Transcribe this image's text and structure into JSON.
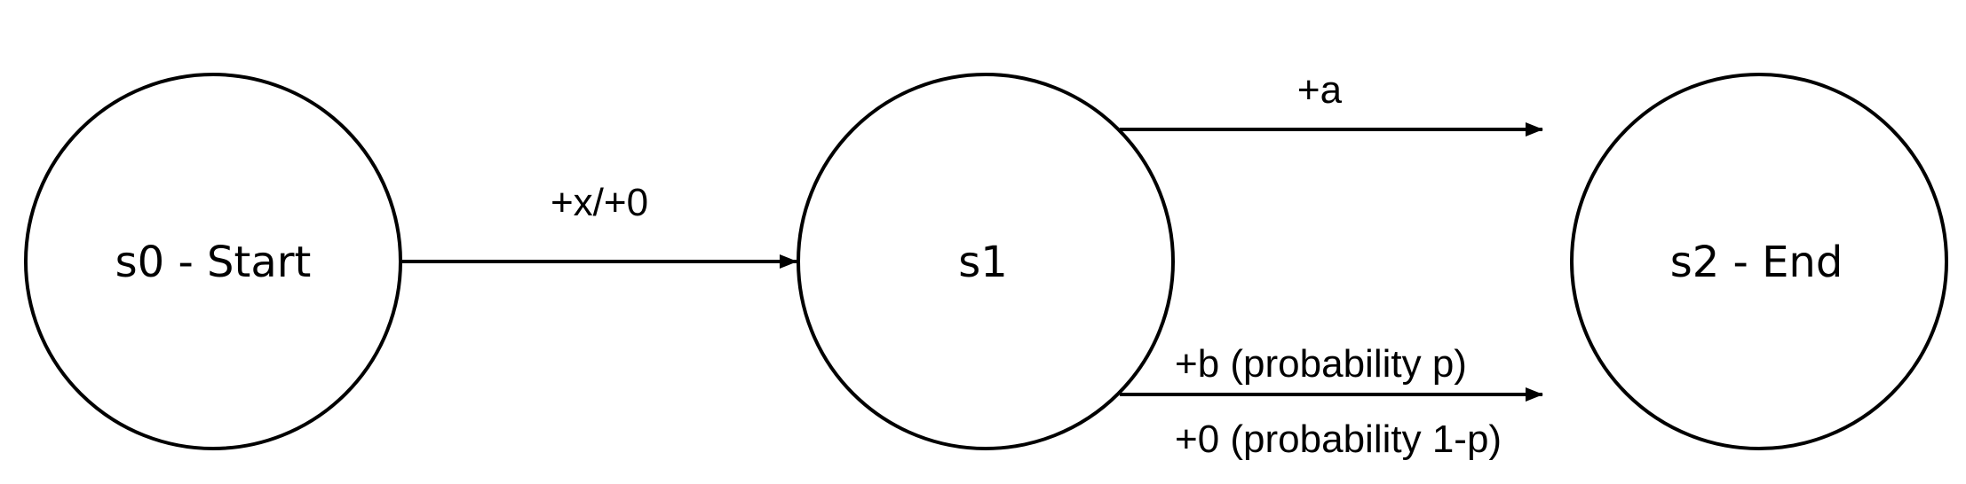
{
  "diagram": {
    "type": "state-transition",
    "background": "#ffffff",
    "stroke_color": "#000000",
    "nodes": [
      {
        "id": "s0",
        "label": "s0 - Start"
      },
      {
        "id": "s1",
        "label": "s1"
      },
      {
        "id": "s2",
        "label": "s2 - End"
      }
    ],
    "edges": [
      {
        "from": "s0",
        "to": "s1",
        "label": "+x/+0"
      },
      {
        "from": "s1",
        "to": "s2",
        "label": "+a"
      },
      {
        "from": "s1",
        "to": "s2",
        "label": "+b (probability p)",
        "label_below": "+0 (probability 1-p)"
      }
    ]
  }
}
